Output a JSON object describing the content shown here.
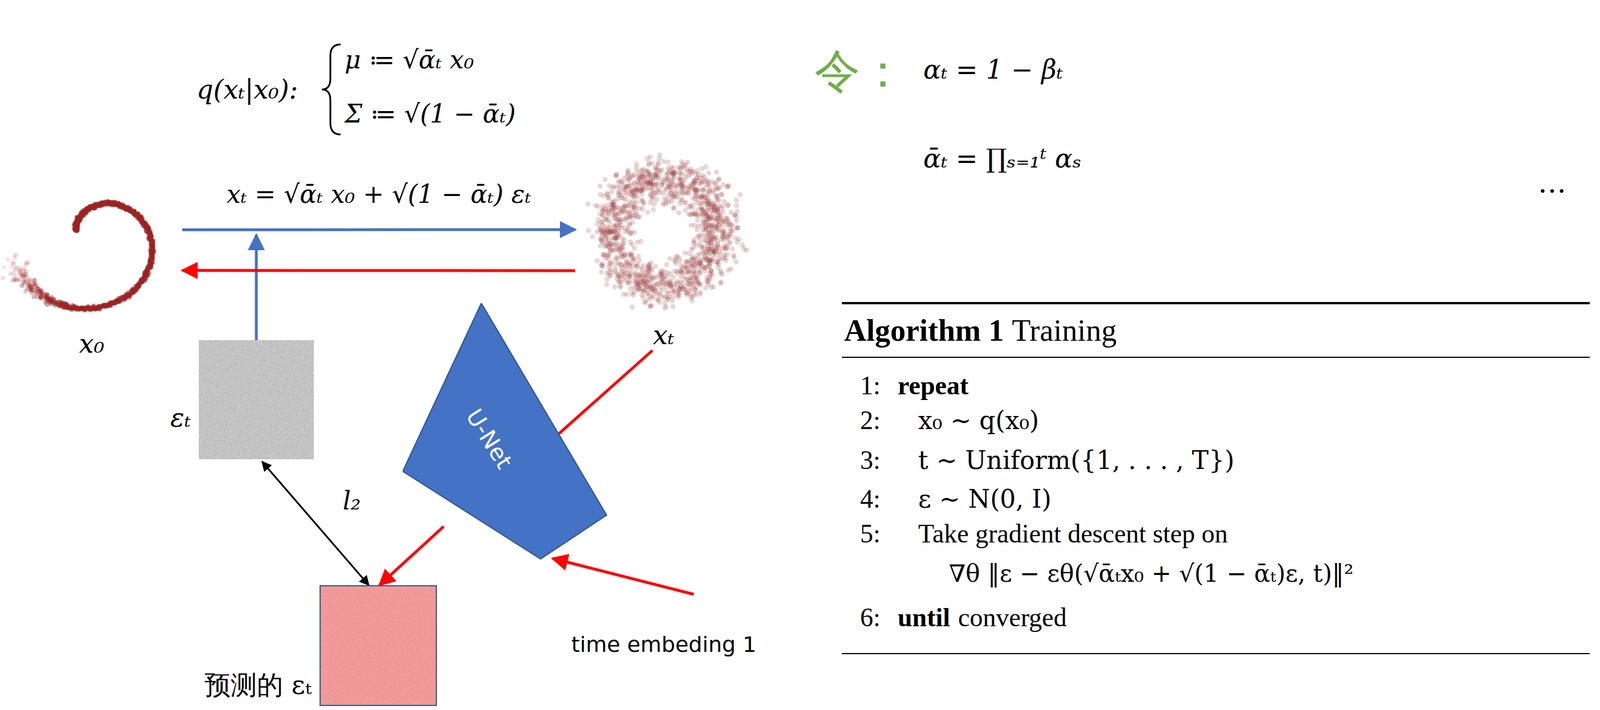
{
  "diagram": {
    "nodes": [
      {
        "text": [
          "x₀"
        ]
      },
      {
        "text": [
          "xₜ"
        ]
      },
      {
        "text": [
          "εₜ"
        ]
      },
      {
        "text": [
          "U-Net"
        ]
      },
      {
        "text": [
          "预测的 εₜ"
        ]
      }
    ],
    "edges": [
      {
        "from": 0,
        "to": 1,
        "arrow": "to",
        "label": "xₜ = √ᾱₜ x₀ + √(1 − ᾱₜ) εₜ"
      },
      {
        "from": 1,
        "to": 0,
        "arrow": "to"
      },
      {
        "from": 1,
        "to": 3,
        "arrow": "to"
      },
      {
        "from": 3,
        "to": 4,
        "arrow": "to"
      },
      {
        "from": 2,
        "to": 4,
        "arrow": "both",
        "label": "l₂"
      }
    ],
    "labels": [
      "q(xₜ|x₀):",
      "μ ≔ √ᾱₜ x₀",
      "Σ ≔ √(1 − ᾱₜ)",
      "令：",
      "αₜ = 1 − βₜ",
      "ᾱₜ = ∏ₛ₌₁ᵗ αₛ",
      "…",
      "time embeding 1",
      "Algorithm 1",
      "Training",
      "1:",
      "repeat",
      "2:",
      "x₀ ∼ q(x₀)",
      "3:",
      "t ∼ Uniform({1, . . . , T})",
      "4:",
      "ε ∼ N(0, I)",
      "5:",
      "Take gradient descent step on",
      "∇θ ‖ε − εθ(√ᾱₜx₀ + √(1 − ᾱₜ)ε, t)‖²",
      "6:",
      "until",
      "converged"
    ]
  }
}
